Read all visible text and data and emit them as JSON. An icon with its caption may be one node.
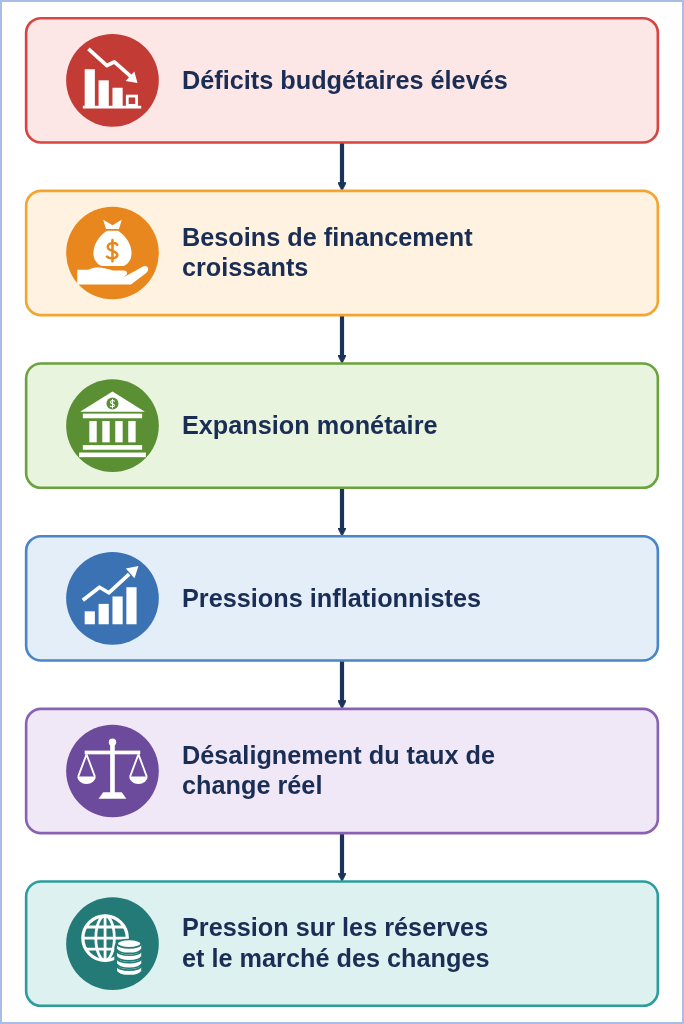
{
  "diagram": {
    "nodes": [
      {
        "text": [
          "Déficits budgétaires élevés"
        ]
      },
      {
        "text": [
          "Besoins de financement croissants"
        ]
      },
      {
        "text": [
          "Expansion monétaire"
        ]
      },
      {
        "text": [
          "Pressions inflationnistes"
        ]
      },
      {
        "text": [
          "Désalignement du taux de change réel"
        ]
      },
      {
        "text": [
          "Pression sur les réserves et le marché des changes"
        ]
      }
    ],
    "edges": [
      {
        "from": 0,
        "to": 1,
        "arrow": "to"
      },
      {
        "from": 1,
        "to": 2,
        "arrow": "to"
      },
      {
        "from": 2,
        "to": 3,
        "arrow": "to"
      },
      {
        "from": 3,
        "to": 4,
        "arrow": "to"
      },
      {
        "from": 4,
        "to": 5,
        "arrow": "to"
      }
    ]
  }
}
